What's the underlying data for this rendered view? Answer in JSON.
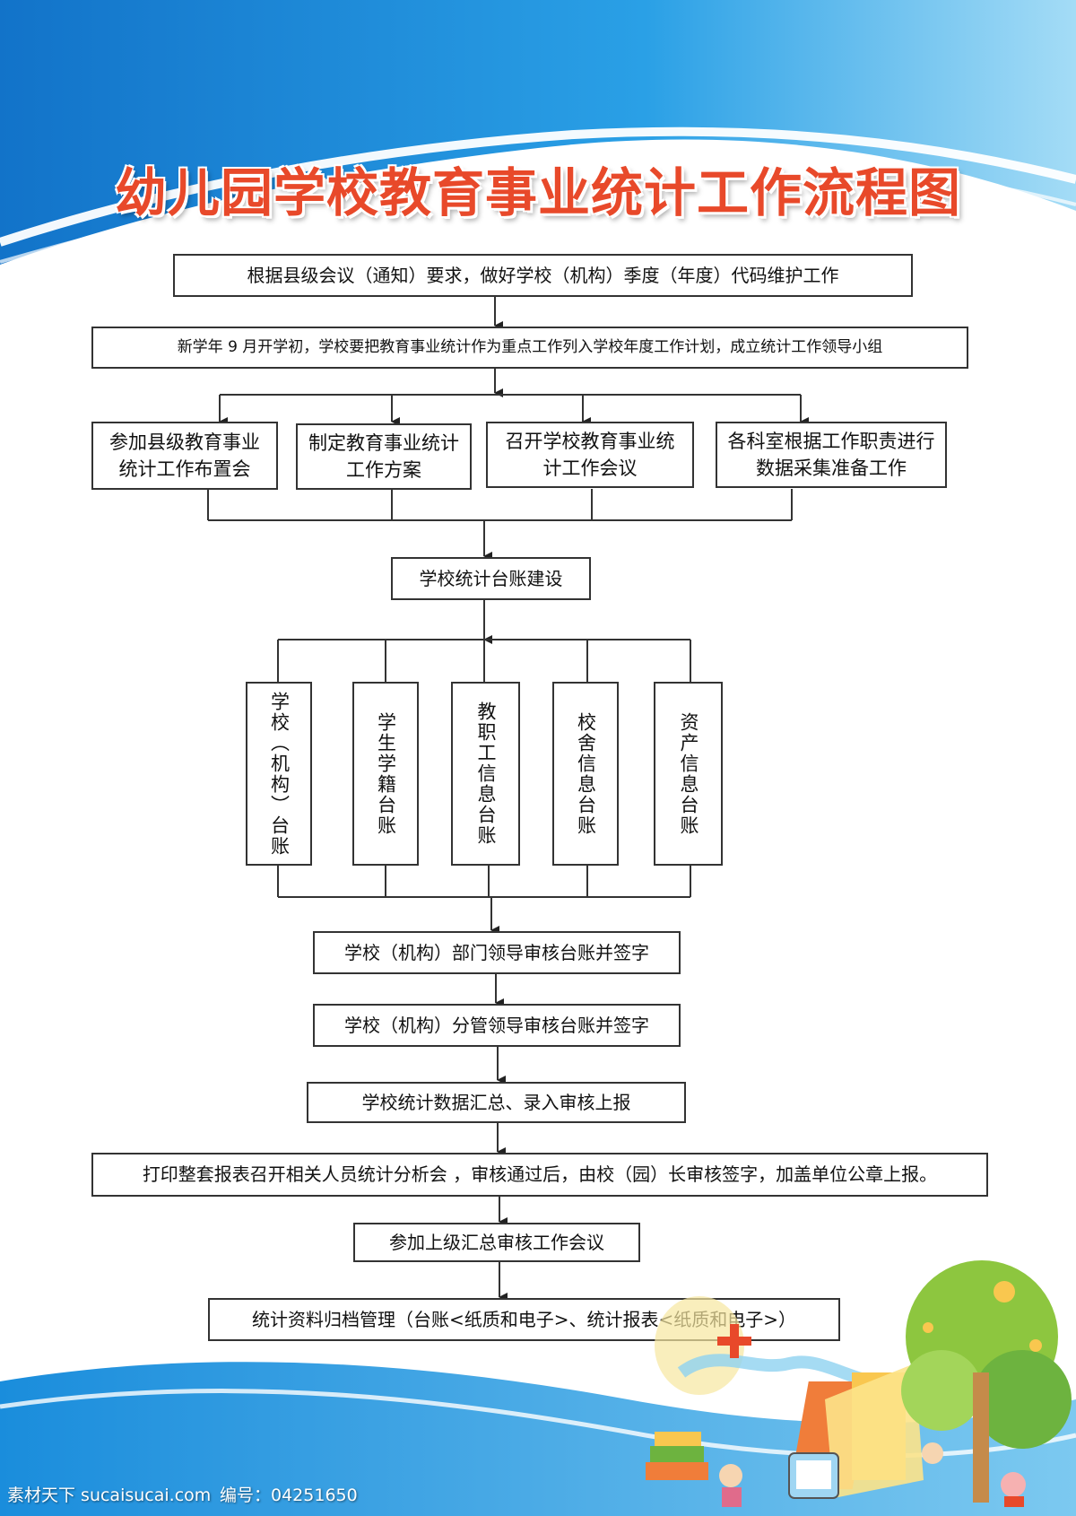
{
  "title": "幼儿园学校教育事业统计工作流程图",
  "colors": {
    "title": "#e8492a",
    "header_blue": "#1e8ed8",
    "light_blue": "#9fd6f3",
    "line": "#333333"
  },
  "steps": {
    "s1": "根据县级会议（通知）要求，做好学校（机构）季度（年度）代码维护工作",
    "s2": "新学年 9 月开学初，学校要把教育事业统计作为重点工作列入学校年度工作计划，成立统计工作领导小组",
    "branches": [
      "参加县级教育事业统计工作布置会",
      "制定教育事业统计工作方案",
      "召开学校教育事业统计工作会议",
      "各科室根据工作职责进行数据采集准备工作"
    ],
    "s3": "学校统计台账建设",
    "ledgers": [
      "学校（机构）台账",
      "学生学籍台账",
      "教职工信息台账",
      "校舍信息台账",
      "资产信息台账"
    ],
    "s4": "学校（机构）部门领导审核台账并签字",
    "s5": "学校（机构）分管领导审核台账并签字",
    "s6": "学校统计数据汇总、录入审核上报",
    "s7": "打印整套报表召开相关人员统计分析会 ，审核通过后，由校（园）长审核签字，加盖单位公章上报。",
    "s8": "参加上级汇总审核工作会议",
    "s9": "统计资料归档管理（台账<纸质和电子>、统计报表<纸质和电子>）"
  },
  "watermark": {
    "site": "素材天下 sucaisucai.com",
    "code": "编号：04251650"
  },
  "decoration_icon": "kids-tree-books-illustration"
}
